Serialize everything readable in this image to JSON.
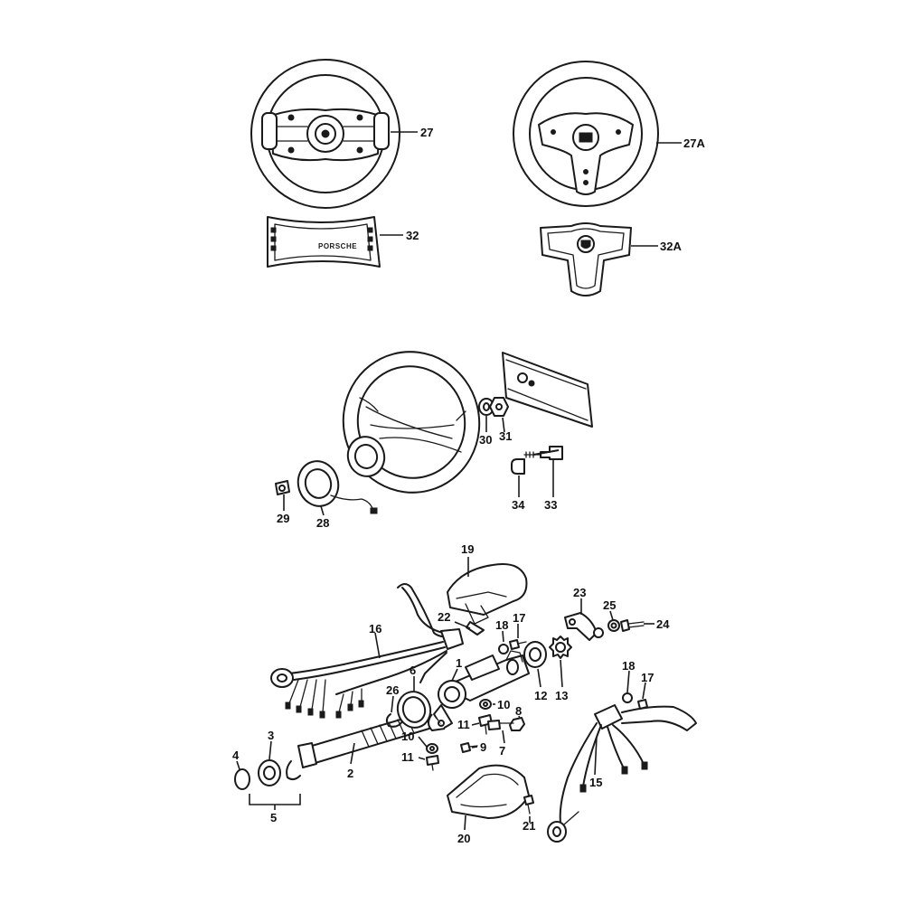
{
  "diagram": {
    "brand_text": "PORSCHE",
    "parts": {
      "p1": "1",
      "p2": "2",
      "p3": "3",
      "p4": "4",
      "p5": "5",
      "p6": "6",
      "p7": "7",
      "p8": "8",
      "p9": "9",
      "p10a": "10",
      "p10b": "10",
      "p11a": "11",
      "p11b": "11",
      "p12": "12",
      "p13": "13",
      "p15": "15",
      "p16": "16",
      "p17a": "17",
      "p17b": "17",
      "p18a": "18",
      "p18b": "18",
      "p19": "19",
      "p20": "20",
      "p21": "21",
      "p22": "22",
      "p23": "23",
      "p24": "24",
      "p25": "25",
      "p26": "26",
      "p27": "27",
      "p27a": "27A",
      "p28": "28",
      "p29": "29",
      "p30": "30",
      "p31": "31",
      "p32": "32",
      "p32a": "32A",
      "p33": "33",
      "p34": "34"
    }
  }
}
